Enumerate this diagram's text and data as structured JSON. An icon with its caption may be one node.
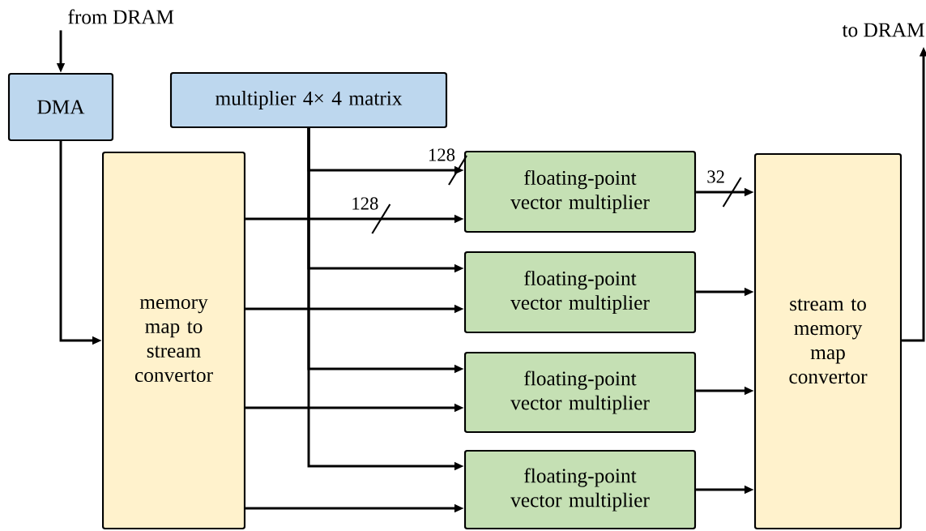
{
  "diagram": {
    "nodes": [
      {
        "text": [
          "from DRAM"
        ]
      },
      {
        "text": [
          "DMA"
        ]
      },
      {
        "text": [
          "multiplier 4× 4 matrix"
        ]
      },
      {
        "text": [
          "memory map to stream convertor"
        ]
      },
      {
        "text": [
          "floating-point vector multiplier"
        ]
      },
      {
        "text": [
          "floating-point vector multiplier"
        ]
      },
      {
        "text": [
          "floating-point vector multiplier"
        ]
      },
      {
        "text": [
          "floating-point vector multiplier"
        ]
      },
      {
        "text": [
          "stream to memory map convertor"
        ]
      },
      {
        "text": [
          "to DRAM"
        ]
      }
    ],
    "edges": [
      {
        "from": 0,
        "to": 1,
        "arrow": "to"
      },
      {
        "from": 1,
        "to": 3,
        "arrow": "to"
      },
      {
        "from": 2,
        "to": 4,
        "arrow": "to",
        "label": "128"
      },
      {
        "from": 2,
        "to": 5,
        "arrow": "to"
      },
      {
        "from": 2,
        "to": 6,
        "arrow": "to"
      },
      {
        "from": 2,
        "to": 7,
        "arrow": "to"
      },
      {
        "from": 3,
        "to": 4,
        "arrow": "to",
        "label": "128"
      },
      {
        "from": 3,
        "to": 5,
        "arrow": "to"
      },
      {
        "from": 3,
        "to": 6,
        "arrow": "to"
      },
      {
        "from": 3,
        "to": 7,
        "arrow": "to"
      },
      {
        "from": 4,
        "to": 8,
        "arrow": "to",
        "label": "32"
      },
      {
        "from": 5,
        "to": 8,
        "arrow": "to"
      },
      {
        "from": 6,
        "to": 8,
        "arrow": "to"
      },
      {
        "from": 7,
        "to": 8,
        "arrow": "to"
      },
      {
        "from": 8,
        "to": 9,
        "arrow": "to"
      }
    ]
  }
}
